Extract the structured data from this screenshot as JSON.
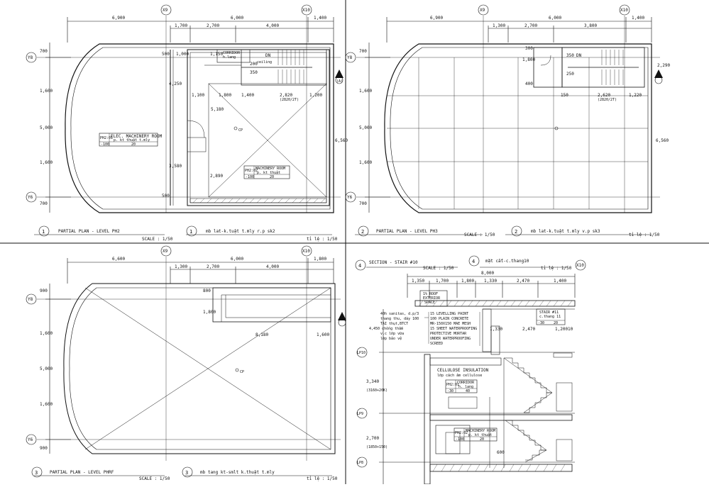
{
  "grid_bubbles": {
    "x9": "X9",
    "x10": "X10",
    "y8": "Y8",
    "y6": "Y6",
    "f10": "LP10",
    "f9": "LP9",
    "f8": "LP8"
  },
  "top_dims": {
    "overall": "6,900",
    "mid": "6,000",
    "right": "1,400",
    "d1": "1,700",
    "d2": "2,700",
    "d3": "4,000"
  },
  "side_dims": {
    "d700": "700",
    "d1600": "1,600",
    "d5000": "5,000"
  },
  "panel1": {
    "num": "1",
    "title": "PARTIAL PLAN - LEVEL PH2",
    "scale": "SCALE : 1/50",
    "num2": "1",
    "title2": "mb lat-k.tuật t.mly r.p sk2",
    "scale2": "tỉ lệ : 1/50",
    "room1_code": "PH2:01",
    "room1_name": "ELEC. MACHINERY ROOM",
    "room1_vn": "p. kt thuật t.mly",
    "room1_lvl": "-100",
    "room1_area": "20",
    "room2_code": "PH2:02",
    "room2_name": "MACHINERY ROOM",
    "room2_vn": "p. kt thuật",
    "room2_lvl": "-100",
    "room2_area": "20",
    "corridor": "CORRIDOR",
    "corridor_vn": "h.lang",
    "dn": "DN",
    "ceiling": "ceiling",
    "dim_4250": "4,250",
    "dim_5180": "5,180",
    "dim_3580": "3,580",
    "dim_2890": "2,890",
    "dim_6560": "6,560",
    "dim_2820": "2,820",
    "dim_2620": "(2820/2T)",
    "dim_1100": "1,100",
    "dim_1200": "1,200",
    "dim_1000": "1,000",
    "dim_500": "500",
    "dim_200": "200",
    "dim_350": "350",
    "dim_1800": "1,800",
    "dim_1400": "1,400",
    "dim_1150": "1,150",
    "cp": "CP"
  },
  "panel2": {
    "num": "2",
    "title": "PARTIAL PLAN - LEVEL PH3",
    "scale": "SCALE : 1/50",
    "num2": "2",
    "title2": "mb lat-k.tuật t.mly v.p sk3",
    "scale2": "tỉ lệ : 1/50",
    "top_overall": "6,900",
    "top_mid": "6,000",
    "top_right": "1,400",
    "d1": "1,300",
    "d2": "2,700",
    "d3": "3,800",
    "dim_2290": "2,290",
    "dim_6560": "6,560",
    "dim_2620": "2,620",
    "dim_2620b": "(2820/2T)",
    "dim_1220": "1,220",
    "dim_300": "300",
    "dim_1800": "1,800",
    "dim_400": "400",
    "dim_150": "150",
    "dim_350": "350",
    "dim_250": "250",
    "dn": "DN"
  },
  "panel3": {
    "num": "3",
    "title": "PARTIAL PLAN - LEVEL PHRF",
    "scale": "SCALE : 1/50",
    "num2": "3",
    "title2": "mb tang kt-smlt k.thuật t.mly",
    "scale2": "tỉ lệ : 1/50",
    "top_overall": "6,600",
    "top_mid": "6,000",
    "top_right": "1,800",
    "d1": "1,300",
    "d2": "2,700",
    "d3": "4,000",
    "dim_1800": "1,800",
    "dim_8180": "8,180",
    "dim_1600": "1,600",
    "dim_800": "800",
    "dim_900": "900",
    "dim_5000": "5,000",
    "dim_1600b": "1,600",
    "cp": "CP"
  },
  "panel4": {
    "num": "4",
    "title": "SECTION - STAIR #10",
    "scale": "SCALE : 1/50",
    "num2": "4",
    "title2": "mặt cắt-c.thang10",
    "scale2": "tỉ lệ : 1/50",
    "overall": "8,000",
    "d1": "1,350",
    "d2": "1,700",
    "d3": "1,800",
    "d4": "1,330",
    "d5": "2,470",
    "d6": "1,400",
    "tag_roof": "1% ROOF",
    "tag_exterior": "EXTERIOR",
    "tag_space": "SPACE",
    "notes": [
      "40h sanitas, d.p/3",
      "thang thu, dày 100",
      "TAI thụt,BTCT",
      "4,450 chống thấm",
      "v.c lớp vữa",
      "lớp bảo vệ"
    ],
    "notes_r": [
      "15 LEVELLING PAINT",
      "100 PLAIN CONCRETE",
      "MR-150X150 MAE MESH",
      "15 SHEET WATERPROOFING",
      "PROTECTIVE MORTAR",
      "UNDER WATERPROOFING",
      "SCREED"
    ],
    "stair_tag": "STAIR #11",
    "stair_vn": "c.thang 11",
    "stair_lvl": "-30",
    "stair_area": "20",
    "insulation": "CELLULOSE INSULATION",
    "insulation_vn": "lớp cách âm cellulose",
    "corr_code": "PH2:01",
    "corr_name": "CORRIDOR",
    "corr_vn": "h. lang",
    "corr_lvl": "-30",
    "corr_area": "40",
    "mach_code": "PH2:02",
    "mach_name": "MACHINERY ROOM",
    "mach_vn": "p. kt thuật",
    "mach_lvl": "-100",
    "mach_area": "20",
    "lvl_3340": "3,340",
    "lvl_3160": "(3160+20K)",
    "lvl_2700": "2,700",
    "lvl_1850": "(1850+150)",
    "dim_1330": "1,330",
    "dim_2470": "2,470",
    "dim_1200": "1,200",
    "dim_600": "600",
    "dim_10": "10"
  }
}
